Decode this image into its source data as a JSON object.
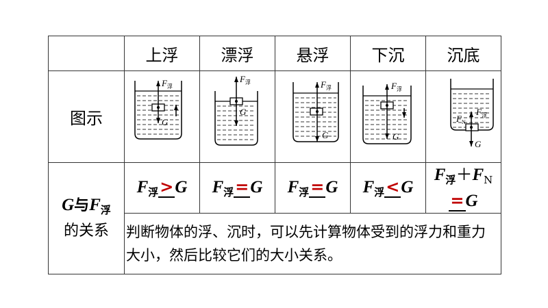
{
  "header": {
    "corner": "",
    "cols": [
      "上浮",
      "漂浮",
      "悬浮",
      "下沉",
      "沉底"
    ]
  },
  "row_diagram": {
    "label": "图示",
    "force_buoyant": "F",
    "buoyant_sub": "浮",
    "force_weight": "G",
    "force_normal": "F",
    "normal_sub": "N"
  },
  "row_relation": {
    "label_g": "G",
    "label_yu": "与",
    "label_f": "F",
    "label_fsub": "浮",
    "label_line2": "的关系",
    "formulas": [
      {
        "left": "F",
        "sub": "浮",
        "op": ">",
        "right": "G"
      },
      {
        "left": "F",
        "sub": "浮",
        "op": "=",
        "right": "G"
      },
      {
        "left": "F",
        "sub": "浮",
        "op": "=",
        "right": "G"
      },
      {
        "left": "F",
        "sub": "浮",
        "op": "<",
        "right": "G"
      }
    ],
    "sink_bottom": {
      "f": "F",
      "fsub": "浮",
      "plus": "＋",
      "fn": "F",
      "fnsub": "N",
      "op": "=",
      "right": "G"
    },
    "note": "判断物体的浮、沉时，可以先计算物体受到的浮力和重力大小，然后比较它们的大小关系。"
  },
  "colors": {
    "accent": "#c00000"
  }
}
